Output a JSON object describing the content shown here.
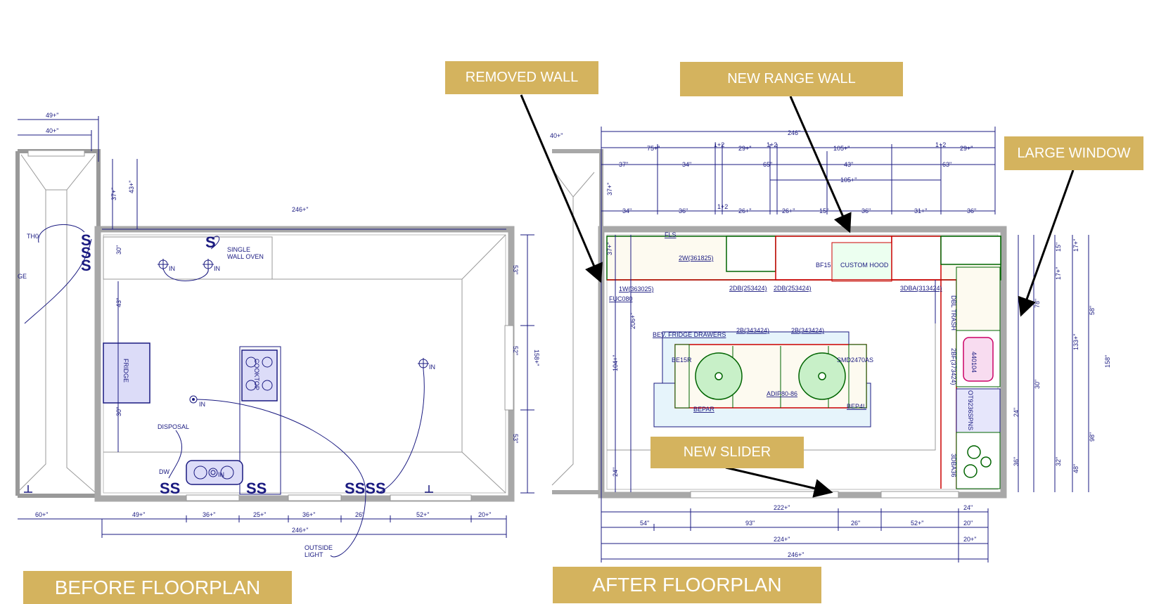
{
  "callouts": {
    "removed_wall": "REMOVED WALL",
    "new_range_wall": "NEW RANGE WALL",
    "large_window": "LARGE WINDOW",
    "new_slider": "NEW SLIDER",
    "before_floorplan": "BEFORE FLOORPLAN",
    "after_floorplan": "AFTER FLOORPLAN"
  },
  "before": {
    "dims": {
      "top1": "49+\"",
      "top2": "40+\"",
      "overall_top": "246+\"",
      "left1": "37+\"",
      "left2": "43+\"",
      "lv1": "30\"",
      "lv2": "43\"",
      "lv3": "30\"",
      "rv1": "53\"",
      "rv2": "52\"",
      "rv3": "53\"",
      "rv_total": "158+\"",
      "bottom": [
        "60+\"",
        "49+\"",
        "36+\"",
        "25+\"",
        "36+\"",
        "26\"",
        "52+\"",
        "20+\""
      ],
      "overall_bottom": "246+\""
    },
    "labels": {
      "thd": "TH0",
      "ge": "GE",
      "single_wall_oven": "SINGLE",
      "single_wall_oven_2": "WALL OVEN",
      "in": "IN",
      "fridge": "FRIDGE",
      "cooktop": "COOKTOP",
      "disposal": "DISPOSAL",
      "dw": "DW",
      "outside_light": "OUTSIDE",
      "outside_light_2": "LIGHT"
    },
    "symbols": {
      "s": "S",
      "ss": "SS",
      "ssss": "SSSS"
    }
  },
  "after": {
    "dims": {
      "top0": "40+\"",
      "top_overall": "246\"",
      "row1": [
        "75+\"",
        "1+2",
        "29+\"",
        "1+2",
        "105+\"",
        "1+2",
        "29+\""
      ],
      "row2": [
        "37\"",
        "34\"",
        "65\"",
        "43\"",
        "63\""
      ],
      "row3": "105+\"",
      "row4": [
        "34\"",
        "36\"",
        "1+2",
        "26+\"",
        "26+\"",
        "15\"",
        "36\"",
        "31+\"",
        "36\""
      ],
      "left_vert": [
        "37+\"",
        "37+\"",
        "206+\"",
        "104+\"",
        "24\""
      ],
      "right_vert": [
        "15\"",
        "17+\"",
        "78\"",
        "133+\"",
        "58\"",
        "158\"",
        "30\"",
        "24\"",
        "36\"",
        "32\"",
        "48\"",
        "98\"",
        "17+\""
      ],
      "bottom1": [
        "222+\"",
        "24\""
      ],
      "bottom2": [
        "54\"",
        "93\"",
        "26\"",
        "52+\"",
        "20\""
      ],
      "bottom3": [
        "224+\"",
        "20+\""
      ],
      "bottom4": "246+\""
    },
    "labels": {
      "fls": "FLS",
      "w361825": "2W(361825)",
      "w363025": "1W(363025)",
      "fuc": "FUC080",
      "bf15": "BF15",
      "custom_hood": "CUSTOM HOOD",
      "db253424_a": "2DB(253424)",
      "db253424_b": "2DB(253424)",
      "dba313424": "3DBA(313424)",
      "dbl_trash": "DBL TRASH",
      "bev_fridge": "BEV. FRIDGE DRAWERS",
      "b343424_a": "2B(343424)",
      "b343424_b": "2B(343424)",
      "be15r": "BE15R",
      "smd": "SMD2470AS",
      "adip": "ADIP80-86",
      "bepar": "BEPAR",
      "bepal": "BEP4L",
      "bf373424": "2BF(373424)",
      "sink": "440104",
      "ot": "OT9236SPNS",
      "sdba36": "3DBA36"
    }
  }
}
